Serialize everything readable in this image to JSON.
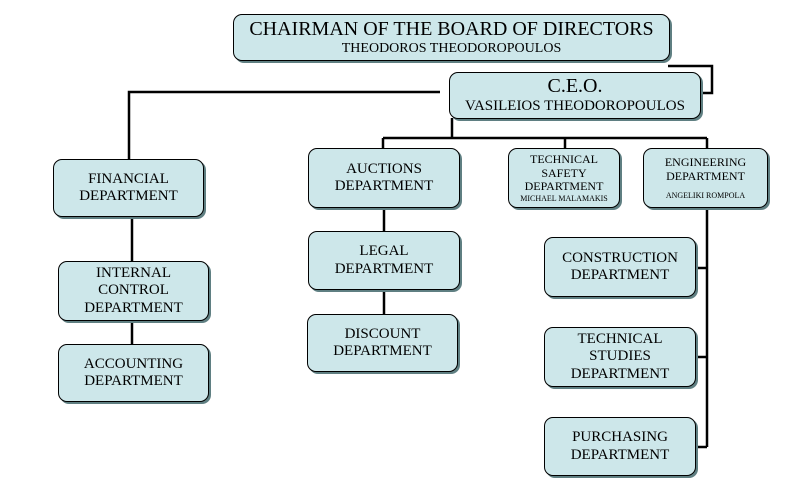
{
  "chairman": {
    "title": "CHAIRMAN OF THE BOARD OF DIRECTORS",
    "name": "THEODOROS THEODOROPOULOS"
  },
  "ceo": {
    "title": "C.E.O.",
    "name": "VASILEIOS THEODOROPOULOS"
  },
  "departments": {
    "financial": [
      "FINANCIAL",
      "DEPARTMENT"
    ],
    "internal_control": [
      "INTERNAL",
      "CONTROL",
      "DEPARTMENT"
    ],
    "accounting": [
      "ACCOUNTING",
      "DEPARTMENT"
    ],
    "auctions": [
      "AUCTIONS",
      "DEPARTMENT"
    ],
    "legal": [
      "LEGAL",
      "DEPARTMENT"
    ],
    "discount": [
      "DISCOUNT",
      "DEPARTMENT"
    ],
    "technical_safety": {
      "lines": [
        "TECHNICAL",
        "SAFETY",
        "DEPARTMENT"
      ],
      "head": "MICHAEL MALAMAKIS"
    },
    "engineering": {
      "lines": [
        "ENGINEERING",
        "DEPARTMENT"
      ],
      "head": "ANGELIKI ROMPOLA"
    },
    "construction": [
      "CONSTRUCTION",
      "DEPARTMENT"
    ],
    "technical_studies": [
      "TECHNICAL",
      "STUDIES",
      "DEPARTMENT"
    ],
    "purchasing": [
      "PURCHASING",
      "DEPARTMENT"
    ]
  },
  "colors": {
    "box_fill": "#cde7ea",
    "box_shadow": "#5f7f82",
    "line": "#000000"
  }
}
